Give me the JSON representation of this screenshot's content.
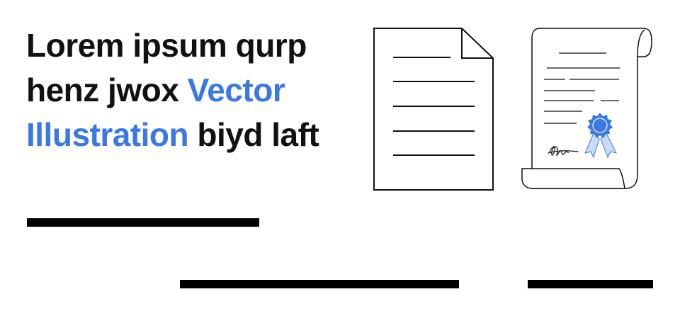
{
  "headline": {
    "part1": "Lorem ipsum qurp henz jwox ",
    "accent": "Vector Illustration",
    "part2": " biyd laft"
  },
  "colors": {
    "accent": "#3b78e7",
    "text": "#111111",
    "seal": "#3b78e7",
    "ribbon": "#c9dcf7"
  },
  "icons": {
    "document": "document-icon",
    "certificate": "certificate-scroll-icon",
    "seal": "award-seal-icon",
    "signature": "signature-icon"
  }
}
